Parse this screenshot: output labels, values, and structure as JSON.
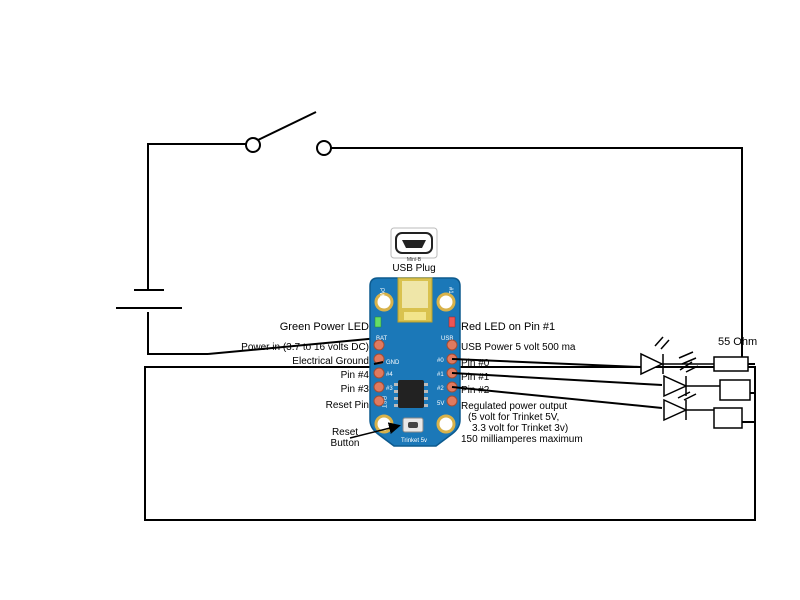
{
  "usb": {
    "top_label": "Mini-B",
    "plug_label": "USB Plug"
  },
  "board": {
    "name": "Trinket 5v",
    "pwr_silk": "PWR",
    "num1_silk": "#1",
    "bat_silk": "BAT",
    "gnd_silk": "GND",
    "usb_silk": "USB",
    "p0_silk": "#0",
    "p4_silk": "#4",
    "p1_silk": "#1",
    "p3_silk": "#3",
    "p2_silk": "#2",
    "rst_silk": "RST",
    "v5_silk": "5V"
  },
  "labels": {
    "green_led": "Green Power LED",
    "red_led": "Red LED on Pin #1",
    "power_in": "Power in (3.7 to 16 volts DC)",
    "usb_power": "USB Power 5 volt 500 ma",
    "ground": "Electrical Ground",
    "pin0": "Pin #0",
    "pin4": "Pin #4",
    "pin1": "Pin #1",
    "pin3": "Pin #3",
    "pin2": "Pin #2",
    "reset_pin": "Reset Pin",
    "reg_1": "Regulated power output",
    "reg_2": "(5 volt for Trinket 5V,",
    "reg_3": "3.3 volt for Trinket 3v)",
    "reg_4": "150 milliamperes maximum",
    "reset_btn_1": "Reset",
    "reset_btn_2": "Button",
    "resistor": "55 Ohm"
  }
}
